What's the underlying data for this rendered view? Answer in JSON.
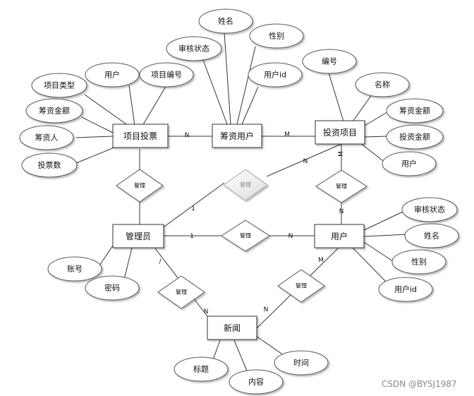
{
  "entities": {
    "xiangmu_toupiao": "项目投票",
    "chouzi_yonghu": "筹资用户",
    "touzi_xiangmu": "投资项目",
    "guanliyuan": "管理员",
    "yonghu": "用户",
    "xinwen": "新闻"
  },
  "attributes": {
    "xm_yonghu": "用户",
    "xm_bianhao": "项目编号",
    "xm_leixing": "项目类型",
    "xm_chouzi_jine": "筹资金额",
    "xm_chouziren": "筹资人",
    "xm_toupiaoshu": "投票数",
    "cz_xingming": "姓名",
    "cz_xingbie": "性别",
    "cz_shenhe": "审核状态",
    "cz_yonghuid": "用户id",
    "tz_bianhao": "编号",
    "tz_mingcheng": "名称",
    "tz_chouzi_jine": "筹资金额",
    "tz_touzi_jine": "投资金额",
    "tz_yonghu": "用户",
    "gl_zhanghao": "账号",
    "gl_mima": "密码",
    "yh_shenhe": "审核状态",
    "yh_xingming": "姓名",
    "yh_xingbie": "性别",
    "yh_yonghuid": "用户id",
    "xw_biaoti": "标题",
    "xw_neirong": "内容",
    "xw_shijian": "时间"
  },
  "relationships": {
    "r1": "管理",
    "r2": "管理",
    "r3": "管理",
    "r4": "管理",
    "r5": "管理",
    "r6": "管理"
  },
  "cardinalities": {
    "c1": "N",
    "c2": "M",
    "c3": "N",
    "c4": "M",
    "c5": "N",
    "c6": "1",
    "c7": "1",
    "c8": "N",
    "c9": "/",
    "c10": "N",
    "c11": "M",
    "c12": "N"
  },
  "watermark": "CSDN @BYSJ1987"
}
